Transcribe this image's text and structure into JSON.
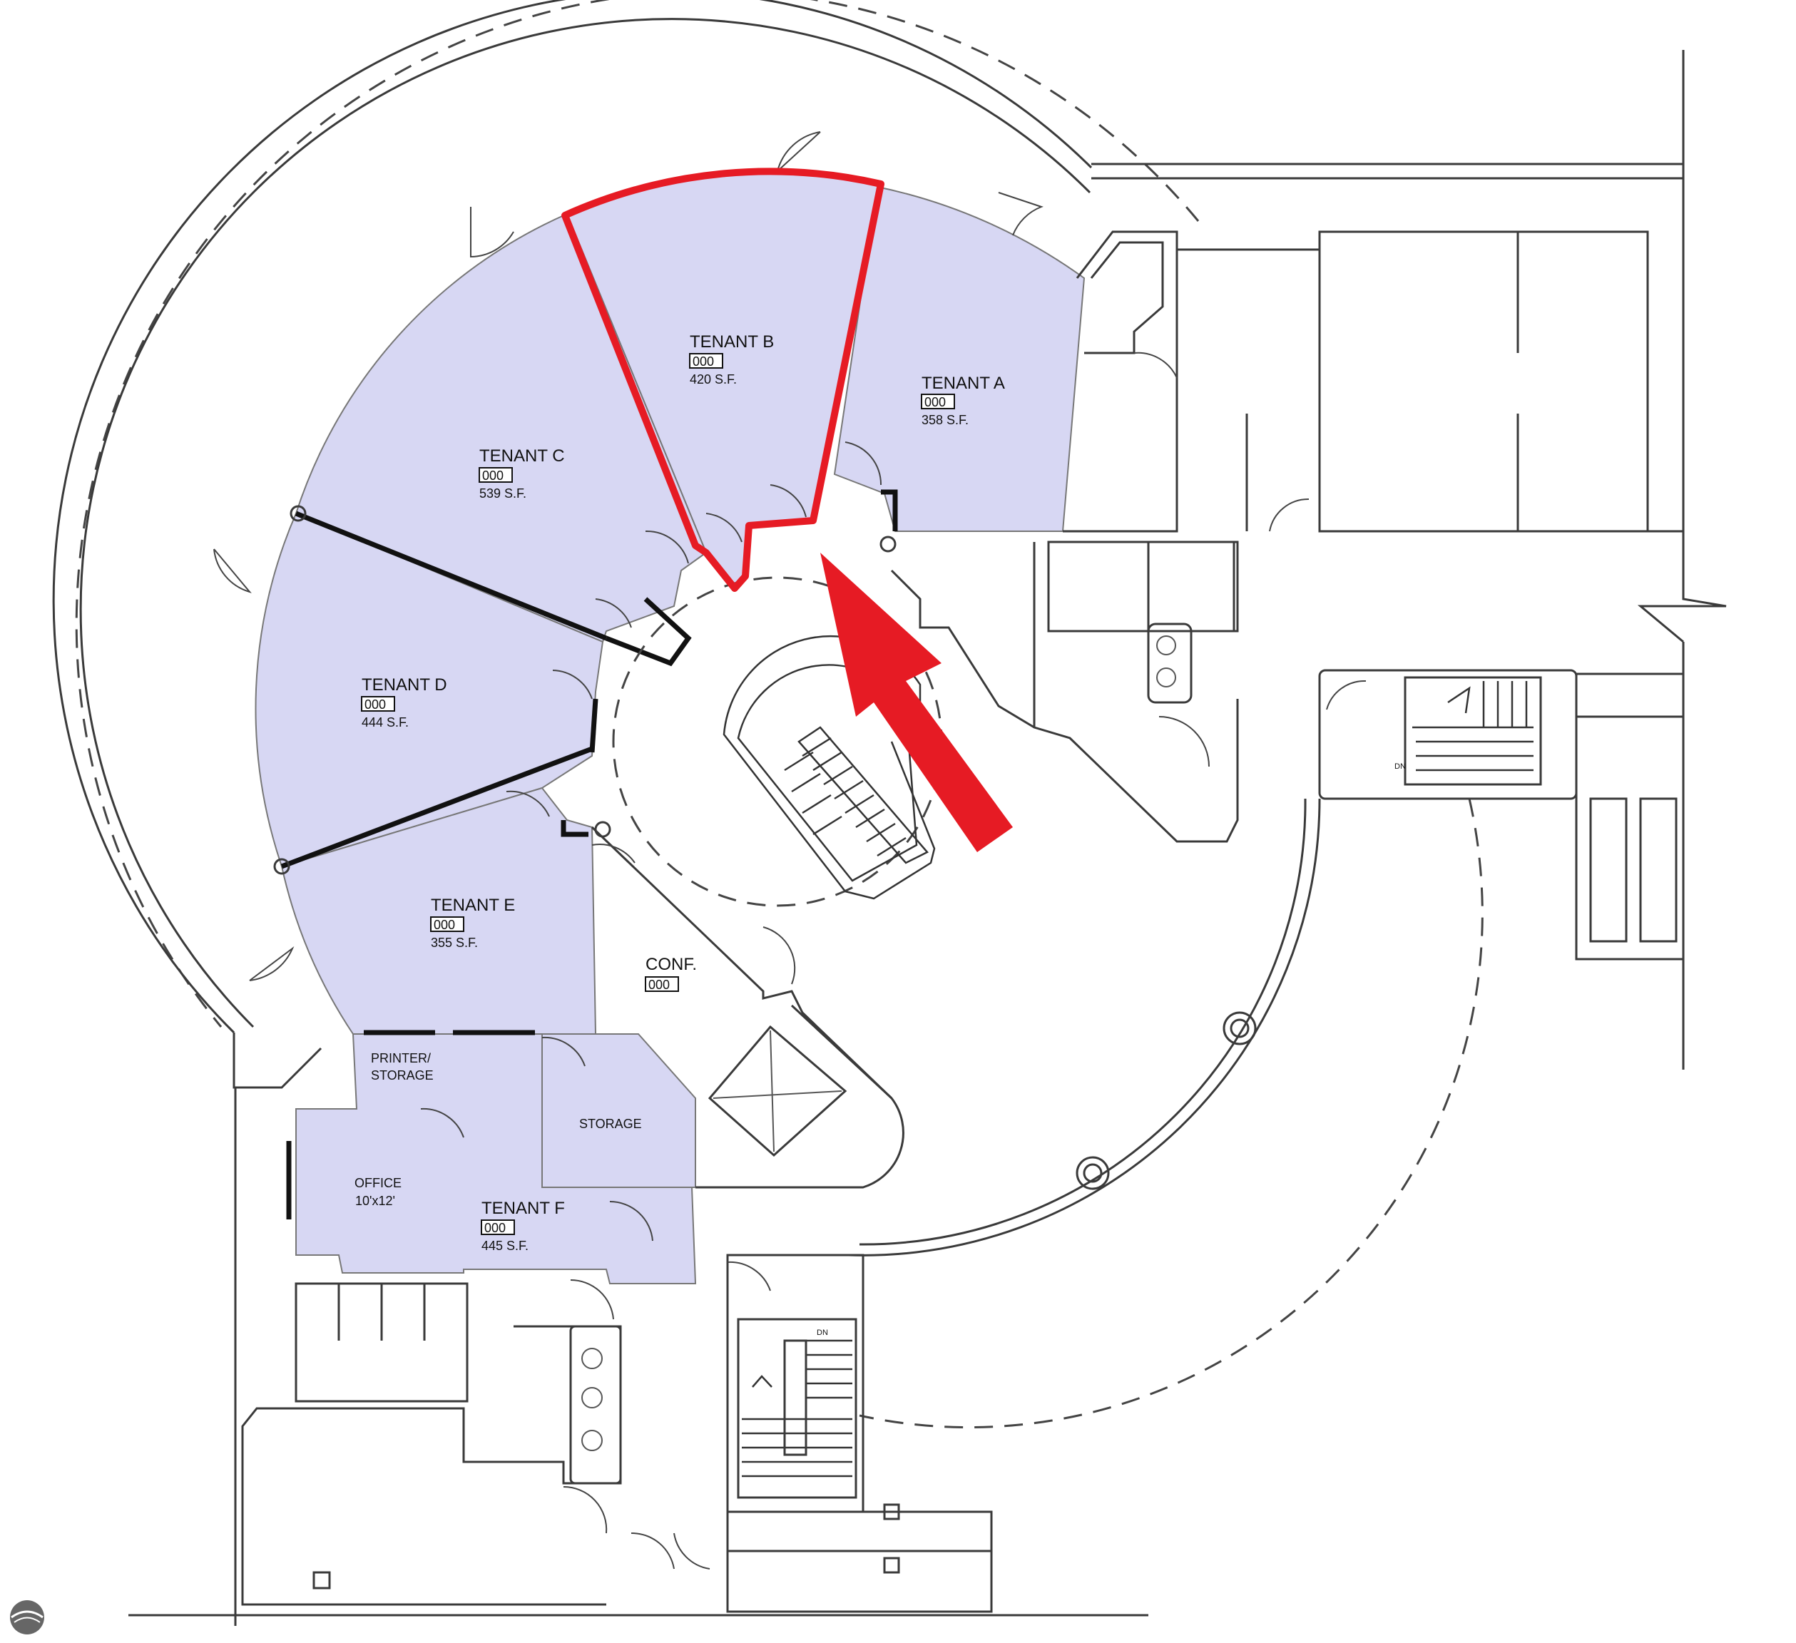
{
  "rooms": {
    "tenant_a": {
      "name": "TENANT A",
      "tag": "000",
      "area": "358 S.F."
    },
    "tenant_b": {
      "name": "TENANT B",
      "tag": "000",
      "area": "420 S.F."
    },
    "tenant_c": {
      "name": "TENANT C",
      "tag": "000",
      "area": "539 S.F."
    },
    "tenant_d": {
      "name": "TENANT D",
      "tag": "000",
      "area": "444 S.F."
    },
    "tenant_e": {
      "name": "TENANT E",
      "tag": "000",
      "area": "355 S.F."
    },
    "tenant_f": {
      "name": "TENANT F",
      "tag": "000",
      "area": "445 S.F."
    },
    "conf": {
      "name": "CONF.",
      "tag": "000"
    },
    "printer_storage": {
      "line1": "PRINTER/",
      "line2": "STORAGE"
    },
    "storage": {
      "name": "STORAGE"
    },
    "office": {
      "name": "OFFICE",
      "size": "10'x12'"
    }
  },
  "stairs": {
    "east_dn": "DN",
    "south_dn": "DN"
  },
  "colors": {
    "tenant_fill": "#d7d7f3",
    "highlight": "#e61b24",
    "walls": "#3a3a3a"
  },
  "highlighted_room": "TENANT B"
}
